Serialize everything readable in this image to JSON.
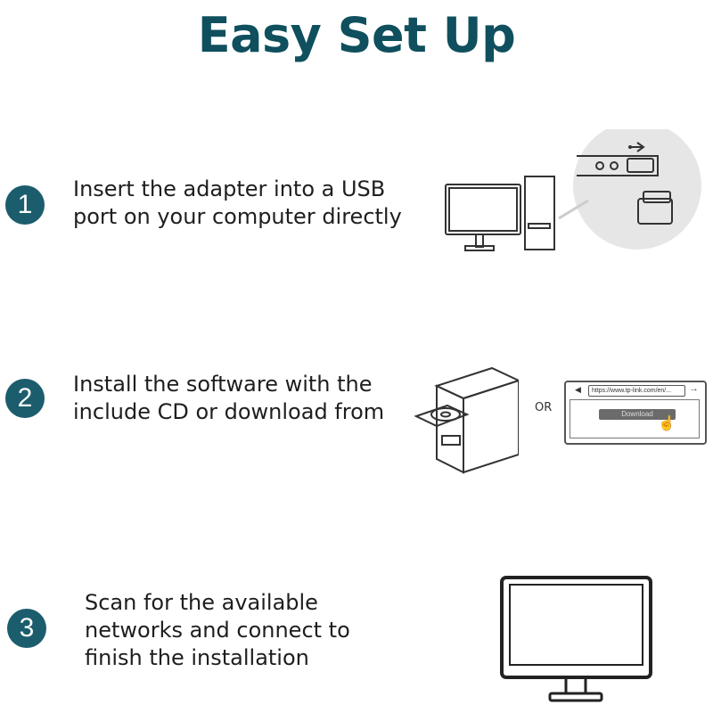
{
  "title": "Easy Set Up",
  "steps": [
    {
      "number": "1",
      "lines": [
        "Insert the adapter into a USB",
        "port on your computer directly"
      ]
    },
    {
      "number": "2",
      "lines": [
        "Install the software with the",
        "include CD or download from"
      ]
    },
    {
      "number": "3",
      "lines": [
        "Scan for the available",
        "networks and connect to",
        "finish the installation"
      ]
    }
  ],
  "illustration2": {
    "or_label": "OR",
    "url": "https://www.tp-link.com/en/...",
    "download_label": "Download"
  },
  "colors": {
    "accent": "#1b5d6c",
    "title": "#0f4f5e"
  }
}
